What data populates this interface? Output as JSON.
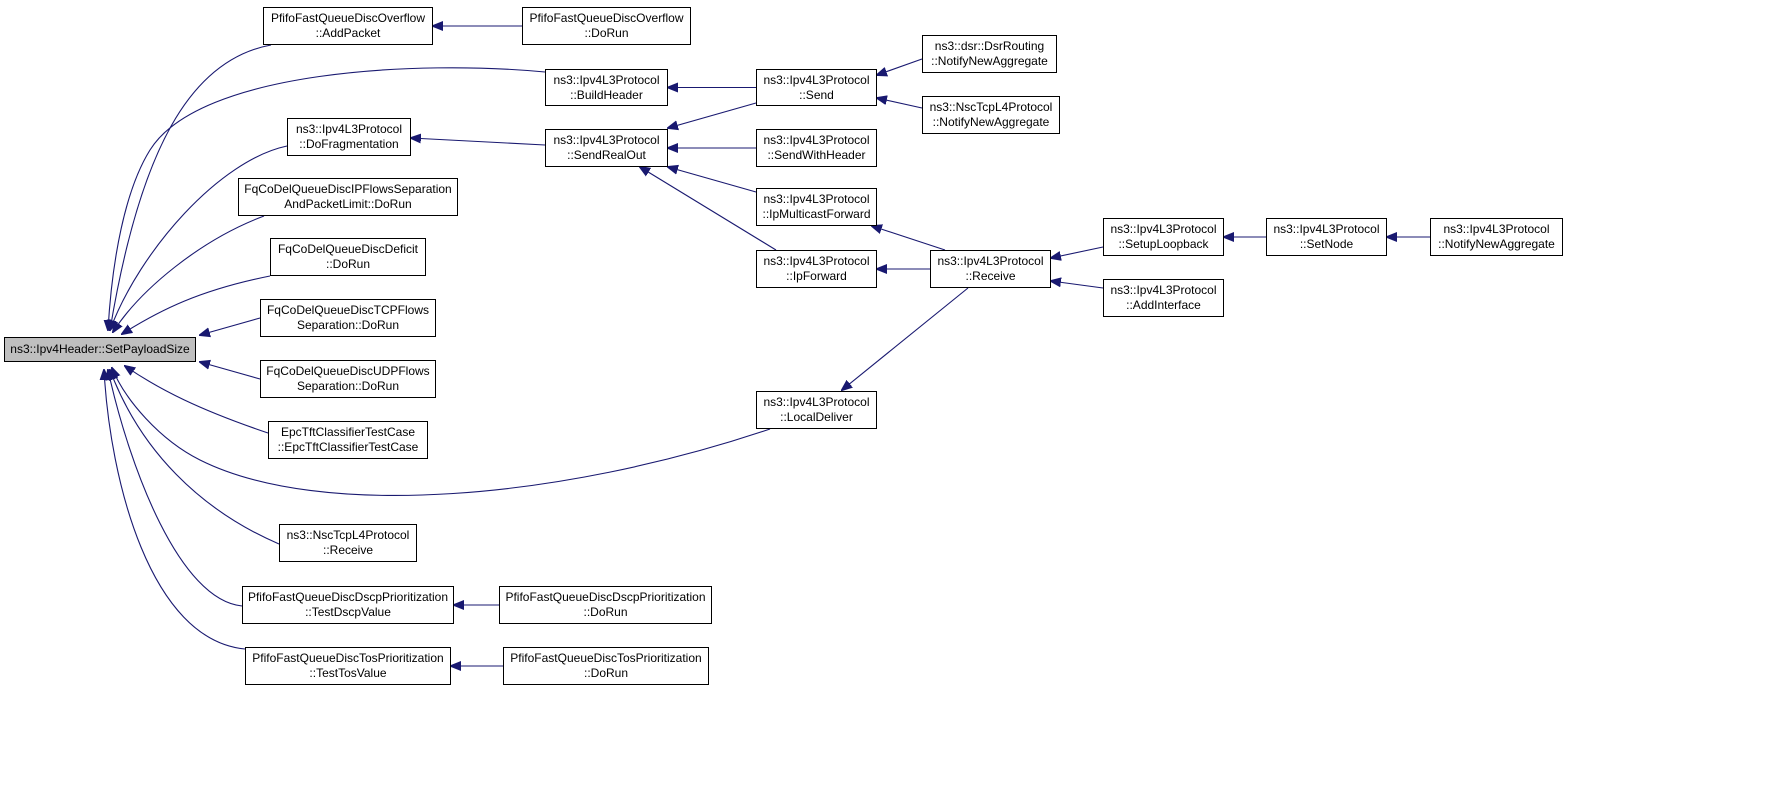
{
  "graph": {
    "root": {
      "id": "root",
      "lines": [
        "ns3::Ipv4Header::SetPayloadSize"
      ]
    },
    "nodes": [
      {
        "id": "pfifo_overflow_add",
        "lines": [
          "PfifoFastQueueDiscOverflow",
          "::AddPacket"
        ]
      },
      {
        "id": "pfifo_overflow_run",
        "lines": [
          "PfifoFastQueueDiscOverflow",
          "::DoRun"
        ]
      },
      {
        "id": "build_header",
        "lines": [
          "ns3::Ipv4L3Protocol",
          "::BuildHeader"
        ]
      },
      {
        "id": "send",
        "lines": [
          "ns3::Ipv4L3Protocol",
          "::Send"
        ]
      },
      {
        "id": "dsr_notify",
        "lines": [
          "ns3::dsr::DsrRouting",
          "::NotifyNewAggregate"
        ]
      },
      {
        "id": "nsc_notify",
        "lines": [
          "ns3::NscTcpL4Protocol",
          "::NotifyNewAggregate"
        ]
      },
      {
        "id": "do_frag",
        "lines": [
          "ns3::Ipv4L3Protocol",
          "::DoFragmentation"
        ]
      },
      {
        "id": "send_real_out",
        "lines": [
          "ns3::Ipv4L3Protocol",
          "::SendRealOut"
        ]
      },
      {
        "id": "send_with_header",
        "lines": [
          "ns3::Ipv4L3Protocol",
          "::SendWithHeader"
        ]
      },
      {
        "id": "fq_ip_flows",
        "lines": [
          "FqCoDelQueueDiscIPFlowsSeparation",
          "AndPacketLimit::DoRun"
        ]
      },
      {
        "id": "ip_mcast_fwd",
        "lines": [
          "ns3::Ipv4L3Protocol",
          "::IpMulticastForward"
        ]
      },
      {
        "id": "fq_deficit",
        "lines": [
          "FqCoDelQueueDiscDeficit",
          "::DoRun"
        ]
      },
      {
        "id": "ip_forward",
        "lines": [
          "ns3::Ipv4L3Protocol",
          "::IpForward"
        ]
      },
      {
        "id": "receive",
        "lines": [
          "ns3::Ipv4L3Protocol",
          "::Receive"
        ]
      },
      {
        "id": "setup_loopback",
        "lines": [
          "ns3::Ipv4L3Protocol",
          "::SetupLoopback"
        ]
      },
      {
        "id": "set_node",
        "lines": [
          "ns3::Ipv4L3Protocol",
          "::SetNode"
        ]
      },
      {
        "id": "ipv4_notify",
        "lines": [
          "ns3::Ipv4L3Protocol",
          "::NotifyNewAggregate"
        ]
      },
      {
        "id": "add_interface",
        "lines": [
          "ns3::Ipv4L3Protocol",
          "::AddInterface"
        ]
      },
      {
        "id": "fq_tcp",
        "lines": [
          "FqCoDelQueueDiscTCPFlows",
          "Separation::DoRun"
        ]
      },
      {
        "id": "fq_udp",
        "lines": [
          "FqCoDelQueueDiscUDPFlows",
          "Separation::DoRun"
        ]
      },
      {
        "id": "local_deliver",
        "lines": [
          "ns3::Ipv4L3Protocol",
          "::LocalDeliver"
        ]
      },
      {
        "id": "epc_tft",
        "lines": [
          "EpcTftClassifierTestCase",
          "::EpcTftClassifierTestCase"
        ]
      },
      {
        "id": "nsc_receive",
        "lines": [
          "ns3::NscTcpL4Protocol",
          "::Receive"
        ]
      },
      {
        "id": "dscp_test",
        "lines": [
          "PfifoFastQueueDiscDscpPrioritization",
          "::TestDscpValue"
        ]
      },
      {
        "id": "dscp_run",
        "lines": [
          "PfifoFastQueueDiscDscpPrioritization",
          "::DoRun"
        ]
      },
      {
        "id": "tos_test",
        "lines": [
          "PfifoFastQueueDiscTosPrioritization",
          "::TestTosValue"
        ]
      },
      {
        "id": "tos_run",
        "lines": [
          "PfifoFastQueueDiscTosPrioritization",
          "::DoRun"
        ]
      }
    ],
    "edges": [
      [
        "pfifo_overflow_add",
        "root"
      ],
      [
        "build_header",
        "root"
      ],
      [
        "do_frag",
        "root"
      ],
      [
        "fq_ip_flows",
        "root"
      ],
      [
        "fq_deficit",
        "root"
      ],
      [
        "fq_tcp",
        "root"
      ],
      [
        "fq_udp",
        "root"
      ],
      [
        "epc_tft",
        "root"
      ],
      [
        "local_deliver",
        "root"
      ],
      [
        "nsc_receive",
        "root"
      ],
      [
        "dscp_test",
        "root"
      ],
      [
        "tos_test",
        "root"
      ],
      [
        "pfifo_overflow_run",
        "pfifo_overflow_add"
      ],
      [
        "send",
        "build_header"
      ],
      [
        "dsr_notify",
        "send"
      ],
      [
        "nsc_notify",
        "send"
      ],
      [
        "send_real_out",
        "do_frag"
      ],
      [
        "send",
        "send_real_out"
      ],
      [
        "send_with_header",
        "send_real_out"
      ],
      [
        "ip_mcast_fwd",
        "send_real_out"
      ],
      [
        "ip_forward",
        "send_real_out"
      ],
      [
        "receive",
        "ip_mcast_fwd"
      ],
      [
        "receive",
        "ip_forward"
      ],
      [
        "receive",
        "local_deliver"
      ],
      [
        "setup_loopback",
        "receive"
      ],
      [
        "add_interface",
        "receive"
      ],
      [
        "set_node",
        "setup_loopback"
      ],
      [
        "ipv4_notify",
        "set_node"
      ],
      [
        "dscp_run",
        "dscp_test"
      ],
      [
        "tos_run",
        "tos_test"
      ]
    ],
    "colors": {
      "edge": "#191970",
      "root_fill": "#bfbfbf",
      "node_fill": "#ffffff",
      "border": "#000000"
    }
  }
}
